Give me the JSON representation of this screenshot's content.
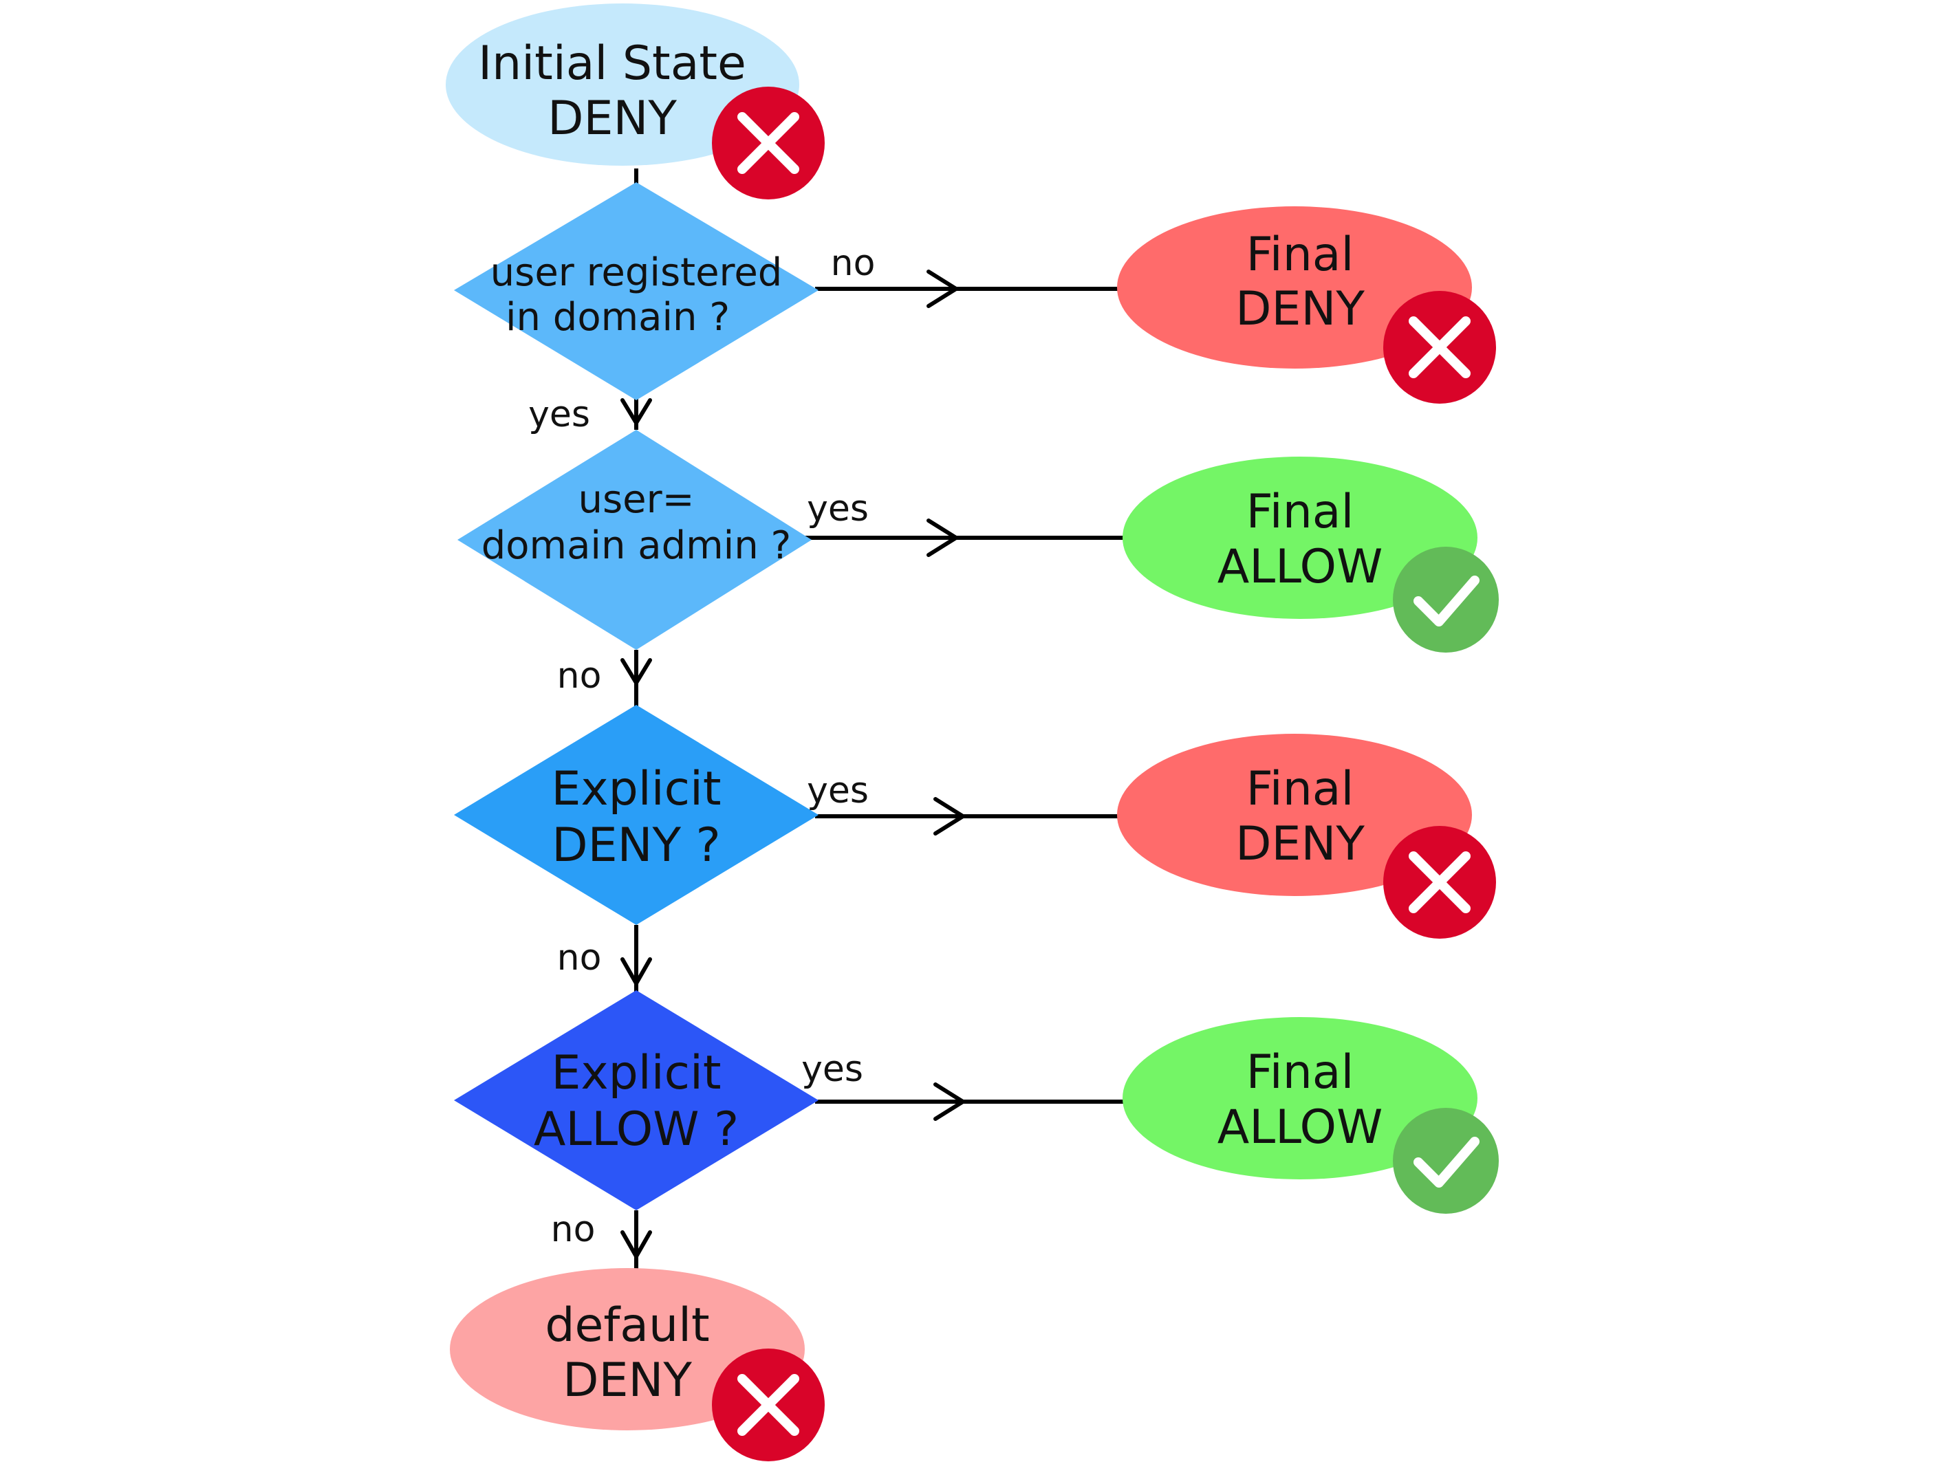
{
  "nodes": {
    "initial": {
      "line1": "Initial State",
      "line2": "DENY",
      "color": "#c5e9fc"
    },
    "q_registered": {
      "line1": "user registered",
      "line2": "in domain ?",
      "color": "#5cb8fa"
    },
    "q_admin": {
      "line1": "user=",
      "line2": "domain admin ?",
      "color": "#5cb8fa"
    },
    "q_explicit_deny": {
      "line1": "Explicit",
      "line2": "DENY ?",
      "color": "#2a9ef7"
    },
    "q_explicit_allow": {
      "line1": "Explicit",
      "line2": "ALLOW ?",
      "color": "#2c56f7"
    },
    "final_deny_1": {
      "line1": "Final",
      "line2": "DENY",
      "color": "#ff6b6b"
    },
    "final_allow_1": {
      "line1": "Final",
      "line2": "ALLOW",
      "color": "#74f566"
    },
    "final_deny_2": {
      "line1": "Final",
      "line2": "DENY",
      "color": "#ff6b6b"
    },
    "final_allow_2": {
      "line1": "Final",
      "line2": "ALLOW",
      "color": "#74f566"
    },
    "default_deny": {
      "line1": "default",
      "line2": "DENY",
      "color": "#fda4a4"
    }
  },
  "edges": {
    "registered_no": "no",
    "registered_yes": "yes",
    "admin_yes": "yes",
    "admin_no": "no",
    "deny_yes": "yes",
    "deny_no": "no",
    "allow_yes": "yes",
    "allow_no": "no"
  },
  "icons": {
    "deny": {
      "name": "x-circle-icon",
      "color": "#d90429"
    },
    "allow": {
      "name": "check-circle-icon",
      "color": "#62bb58"
    }
  }
}
